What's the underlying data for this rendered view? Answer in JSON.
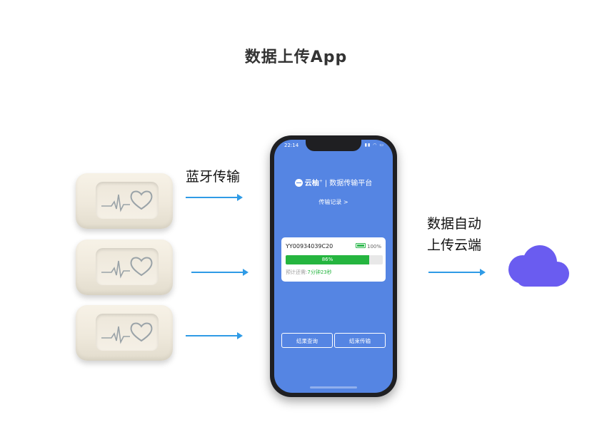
{
  "page": {
    "title": "数据上传App"
  },
  "labels": {
    "bluetooth": "蓝牙传输",
    "auto_upload_line1": "数据自动",
    "auto_upload_line2": "上传云端"
  },
  "phone": {
    "status_time": "22:14",
    "status_icons": "▮▮ ◠ ▭",
    "app_brand": "云柚",
    "app_brand_mark": "+",
    "app_separator": "|",
    "app_name": "数据传输平台",
    "records_link": "传输记录 >",
    "card": {
      "device_id": "YY00934039C20",
      "battery": "100%",
      "progress_label": "86%",
      "progress_percent": 86,
      "eta_label": "预计还需:",
      "eta_value": "7分钟23秒"
    },
    "buttons": {
      "query": "结果查询",
      "end": "结束传输"
    }
  },
  "colors": {
    "screen": "#5585e3",
    "progress": "#25b53f",
    "arrow": "#2f9be6",
    "cloud": "#6a5cf0"
  }
}
